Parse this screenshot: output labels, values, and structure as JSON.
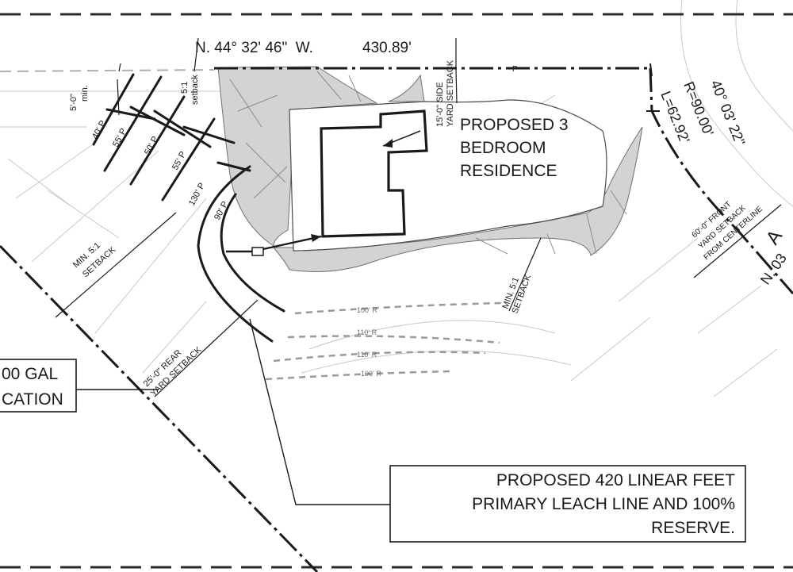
{
  "boundary": {
    "bearing": "N. 44° 32' 46\"  W.",
    "distance": "430.89'"
  },
  "curve": {
    "radius": "R=90.00'",
    "length": "L=62.92'",
    "delta": "40° 03' 22\""
  },
  "road_marks": {
    "letter": "A",
    "bearing_fragment": "N. 03"
  },
  "residence": {
    "lines": [
      "PROPOSED 3",
      "BEDROOM",
      "RESIDENCE"
    ]
  },
  "leach_note": {
    "lines": [
      "PROPOSED 420 LINEAR FEET",
      "PRIMARY LEACH LINE AND 100%",
      "RESERVE."
    ]
  },
  "tank_note": {
    "lines": [
      "00 GAL",
      "CATION"
    ]
  },
  "setbacks": {
    "side_yard": [
      "15'-0\" SIDE",
      "YARD SETBACK"
    ],
    "front_yard": [
      "60'-0\" FRONT",
      "YARD SETBACK",
      "FROM CENTERLINE"
    ],
    "rear_yard": [
      "25'-0\" REAR",
      "YARD SETBACK"
    ],
    "min_left": [
      "MIN. 5:1",
      "SETBACK"
    ],
    "min_right": [
      "MIN. 5:1",
      "SETBACK"
    ],
    "top_5_1": [
      "5:1",
      "setback"
    ],
    "top_min": [
      "5'-0\"",
      "min."
    ]
  },
  "primary_lines": [
    "40' P",
    "55' P",
    "50' P",
    "55' P",
    "130' P",
    "90' P"
  ],
  "reserve_lines": [
    "100' R",
    "110' R",
    "110' R",
    "100' R"
  ],
  "property_marks": [
    "P"
  ]
}
